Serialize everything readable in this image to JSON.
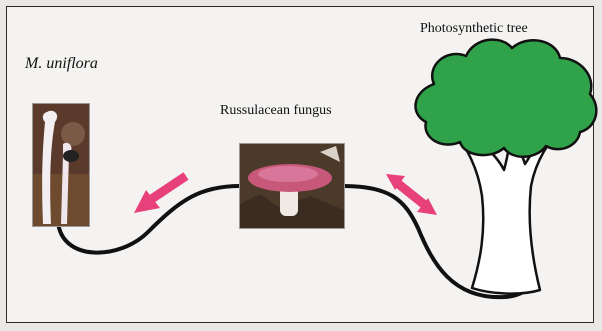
{
  "labels": {
    "species": "M. uniflora",
    "fungus": "Russulacean fungus",
    "tree": "Photosynthetic tree"
  },
  "colors": {
    "arrow": "#e8407a",
    "canopy": "#2fa24a",
    "line": "#111111",
    "frame_bg": "#f4f3f1"
  },
  "icons": {
    "plant_photo": "monotropa-uniflora-photo",
    "fungus_photo": "russula-mushroom-photo",
    "tree": "tree-illustration"
  }
}
